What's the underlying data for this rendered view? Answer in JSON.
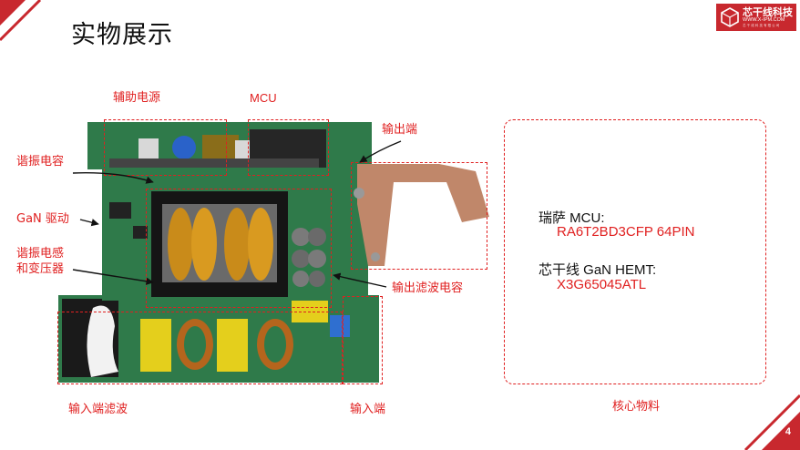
{
  "page": {
    "title": "实物展示",
    "page_number": "4"
  },
  "brand": {
    "name": "芯干线科技",
    "url": "WWW.X-IPM.COM",
    "tagline": "芯 干 线 科 技 有 限 公 司",
    "color": "#c8282e"
  },
  "colors": {
    "accent": "#e02020",
    "corner": "#c8282e"
  },
  "photo": {
    "icon": "pcb-board-photo"
  },
  "labels": {
    "aux_power": "辅助电源",
    "mcu": "MCU",
    "output_port": "输出端",
    "resonant_cap": "谐振电容",
    "gan_driver": "GaN 驱动",
    "resonant_inductor_line1": "谐振电感",
    "resonant_inductor_line2": "和变压器",
    "output_filter_cap": "输出滤波电容",
    "input_filter": "输入端滤波",
    "input_port": "输入端",
    "core_materials": "核心物料"
  },
  "materials": [
    {
      "heading": "瑞萨 MCU:",
      "value": "RA6T2BD3CFP 64PIN"
    },
    {
      "heading": "芯干线 GaN HEMT:",
      "value": "X3G65045ATL"
    }
  ]
}
